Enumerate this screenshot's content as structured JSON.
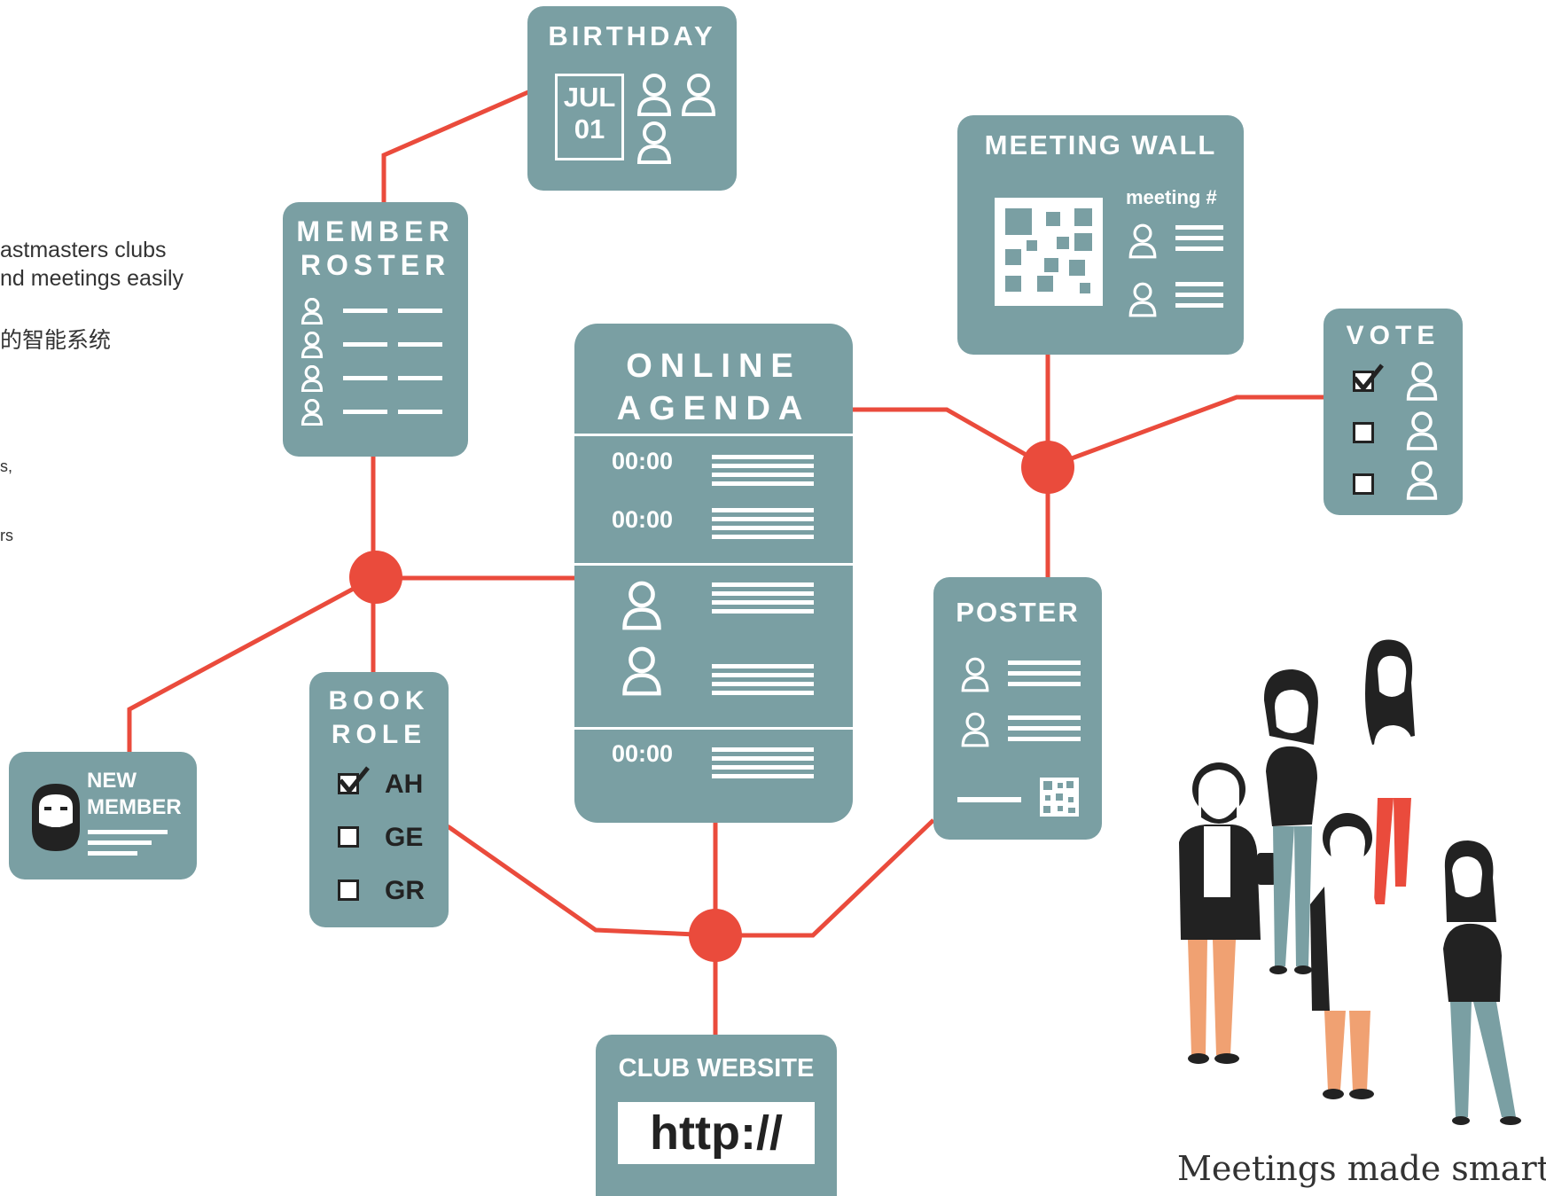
{
  "side_text": {
    "line1": "astmasters clubs",
    "line2": "nd meetings easily",
    "line3": "的智能系统",
    "line4": "s,",
    "line5": "rs"
  },
  "cards": {
    "birthday": {
      "title": "BIRTHDAY",
      "month": "JUL",
      "day": "01"
    },
    "member_roster": {
      "title_line1": "MEMBER",
      "title_line2": "ROSTER"
    },
    "meeting_wall": {
      "title": "MEETING WALL",
      "meeting_label": "meeting #"
    },
    "vote": {
      "title": "VOTE"
    },
    "online_agenda": {
      "title_line1": "ONLINE",
      "title_line2": "AGENDA",
      "times": [
        "00:00",
        "00:00",
        "00:00"
      ]
    },
    "book_role": {
      "title_line1": "BOOK",
      "title_line2": "ROLE",
      "roles": [
        "AH",
        "GE",
        "GR"
      ]
    },
    "new_member": {
      "title_line1": "NEW",
      "title_line2": "MEMBER"
    },
    "poster": {
      "title": "POSTER"
    },
    "club_website": {
      "title": "CLUB WEBSITE",
      "url": "http://"
    }
  },
  "tagline": "Meetings made smarter",
  "colors": {
    "card": "#7a9fa3",
    "connector": "#ea4b3c",
    "orange": "#f0a172",
    "teal_pants": "#7a9fa3",
    "dark": "#222222"
  },
  "icons": [
    "person-icon",
    "checkbox-icon",
    "qr-code-icon",
    "bearded-avatar-icon",
    "hub-node-icon"
  ]
}
